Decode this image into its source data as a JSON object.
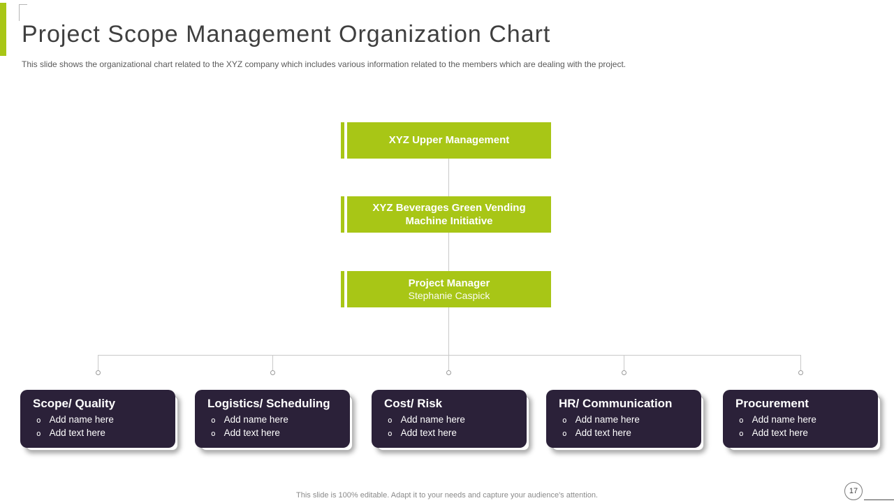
{
  "slide": {
    "title": "Project Scope Management Organization Chart",
    "subtitle": "This slide shows the organizational chart related to the XYZ company which includes various information related to the members which are dealing with the project.",
    "footer": "This slide is 100% editable.  Adapt it to your needs and capture your audience's attention.",
    "page_number": "17"
  },
  "colors": {
    "accent_green": "#a8c616",
    "node_purple": "#2b2139",
    "connector_gray": "#c9c9c9",
    "title_gray": "#3f3f3f",
    "muted_gray": "#8a8a8a"
  },
  "org_chart": {
    "bullet_char": "o",
    "top_nodes": [
      {
        "title": "XYZ Upper Management"
      },
      {
        "title": "XYZ Beverages Green Vending Machine Initiative"
      },
      {
        "title": "Project Manager",
        "subtitle": "Stephanie Caspick"
      }
    ],
    "children": [
      {
        "title": "Scope/ Quality",
        "bullets": [
          "Add name here",
          "Add text here"
        ]
      },
      {
        "title": "Logistics/ Scheduling",
        "bullets": [
          "Add name here",
          "Add text here"
        ]
      },
      {
        "title": "Cost/ Risk",
        "bullets": [
          "Add name here",
          "Add text here"
        ]
      },
      {
        "title": "HR/ Communication",
        "bullets": [
          "Add name here",
          "Add text here"
        ]
      },
      {
        "title": "Procurement",
        "bullets": [
          "Add name here",
          "Add text here"
        ]
      }
    ]
  }
}
